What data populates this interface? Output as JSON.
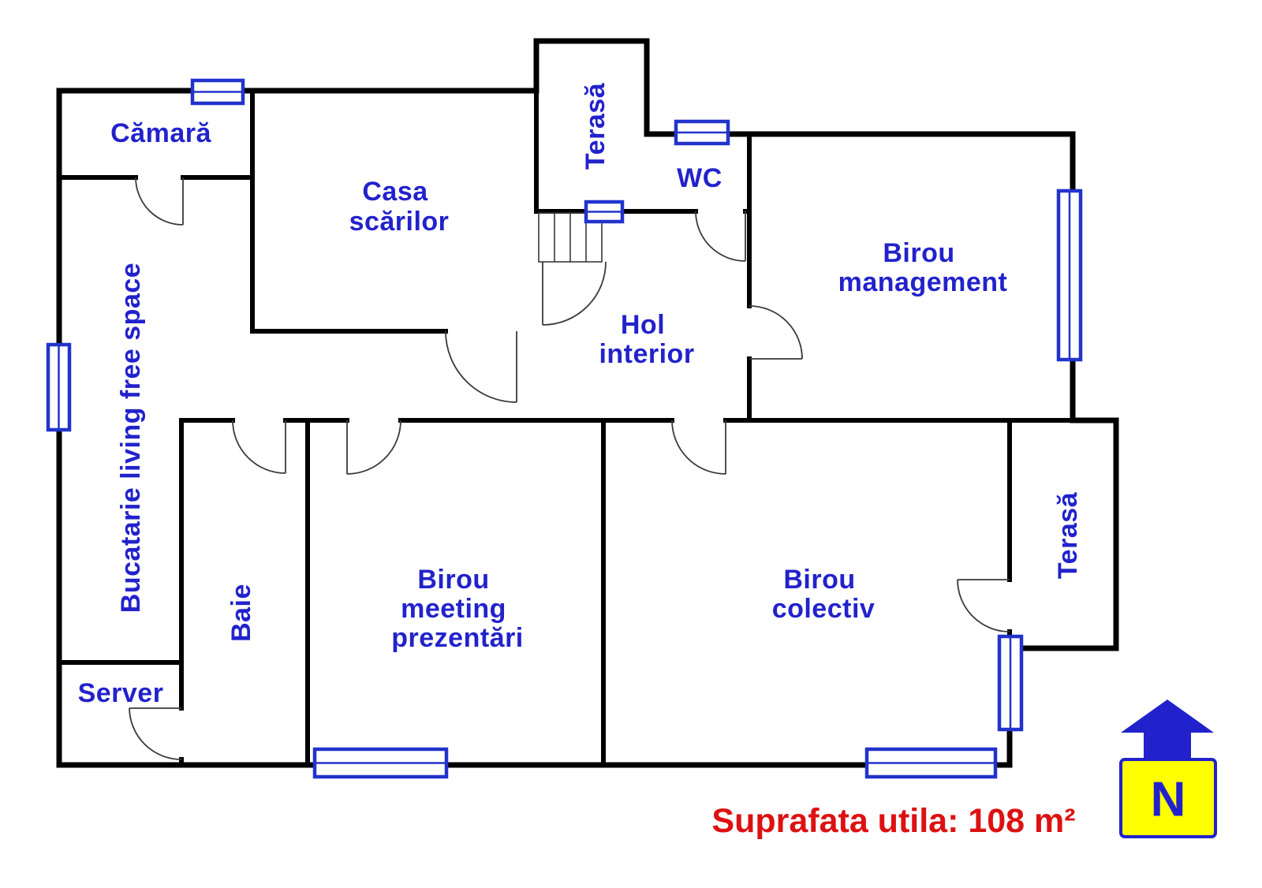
{
  "meta": {
    "type": "floor-plan"
  },
  "rooms": {
    "camara": {
      "label": "Cămară"
    },
    "casa_scarilor": {
      "lines": [
        "Casa",
        "scărilor"
      ]
    },
    "terasa_top": {
      "label": "Terasă"
    },
    "wc": {
      "label": "WC"
    },
    "birou_management": {
      "lines": [
        "Birou",
        "management"
      ]
    },
    "hol_interior": {
      "lines": [
        "Hol",
        "interior"
      ]
    },
    "bucatarie": {
      "label": "Bucatarie living free space"
    },
    "baie": {
      "label": "Baie"
    },
    "server": {
      "label": "Server"
    },
    "birou_meeting": {
      "lines": [
        "Birou",
        "meeting",
        "prezentări"
      ]
    },
    "birou_colectiv": {
      "lines": [
        "Birou",
        "colectiv"
      ]
    },
    "terasa_right": {
      "label": "Terasă"
    }
  },
  "footer": {
    "area_label": "Suprafata utila: 108 m²"
  },
  "compass": {
    "letter": "N"
  },
  "colors": {
    "label_blue": "#2222cc",
    "window_blue": "#2233cc",
    "area_red": "#dd1111",
    "wall_black": "#000000",
    "compass_yellow": "#ffff00"
  }
}
